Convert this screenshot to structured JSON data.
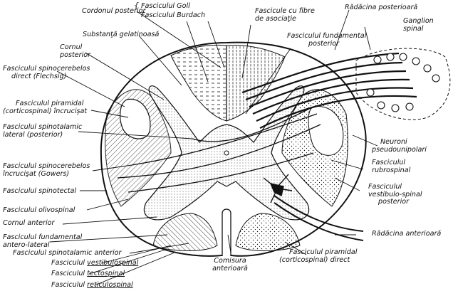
{
  "colors": {
    "ink": "#111111",
    "paper": "#ffffff",
    "shade": "#bdbdbd"
  },
  "labels": {
    "cordonul_posterior": "Cordonul posterior",
    "fasciculul_goll": "Fasciculul Goll",
    "fasciculul_burdach": "Fasciculul Burdach",
    "fascicule_asociatie_1": "Fascicule cu fibre",
    "fascicule_asociatie_2": "de asociaţie",
    "radacina_posterioara": "Rădăcina posterioară",
    "ganglion_1": "Ganglion",
    "ganglion_2": "spinal",
    "substanta_gelatinoasa": "Substanţă gelatinoasă",
    "fasciculul_fundamental_posterior_1": "Fasciculul fundamental",
    "fasciculul_fundamental_posterior_2": "posterior",
    "cornul_posterior_1": "Cornul",
    "cornul_posterior_2": "posterior",
    "spinocerebelos_direct_1": "Fasciculul spinocerebelos",
    "spinocerebelos_direct_2": "direct (Flechsig)",
    "piramidal_incrucisat_1": "Fasciculul piramidal",
    "piramidal_incrucisat_2": "(corticospinal) încrucişat",
    "spinotalamic_lateral_1": "Fasciculul spinotalamic",
    "spinotalamic_lateral_2": "lateral (posterior)",
    "neuroni_1": "Neuroni",
    "neuroni_2": "pseudounipolari",
    "rubrospinal_1": "Fasciculul",
    "rubrospinal_2": "rubrospinal",
    "spinocerebelos_incrucisat_1": "Fasciculul spinocerebelos",
    "spinocerebelos_incrucisat_2": "încrucişat (Gowers)",
    "vestibulo_spinal_posterior_1": "Fasciculul",
    "vestibulo_spinal_posterior_2": "vestibulo-spinal",
    "vestibulo_spinal_posterior_3": "posterior",
    "spinotectal": "Fasciculul spinotectal",
    "olivospinal": "Fasciculul olivospinal",
    "cornul_anterior": "Cornul anterior",
    "radacina_anterioara": "Rădăcina anterioară",
    "fundamental_antero_lateral_1": "Fasciculul fundamental",
    "fundamental_antero_lateral_2": "antero-lateral",
    "spinotalamic_anterior": "Fasciculul spinotalamic anterior",
    "comisura_1": "Comisura",
    "comisura_2": "anterioară",
    "piramidal_direct_1": "Fasciculul piramidal",
    "piramidal_direct_2": "(corticospinal) direct",
    "fasciculul_prefix_1": "Fasciculul",
    "vestibulospinal": "vestibulospinal",
    "fasciculul_prefix_2": "Fasciculul",
    "tectospinal": "tectospinal",
    "fasciculul_prefix_3": "Fasciculul",
    "reticulospinal": "reticulospinal"
  }
}
